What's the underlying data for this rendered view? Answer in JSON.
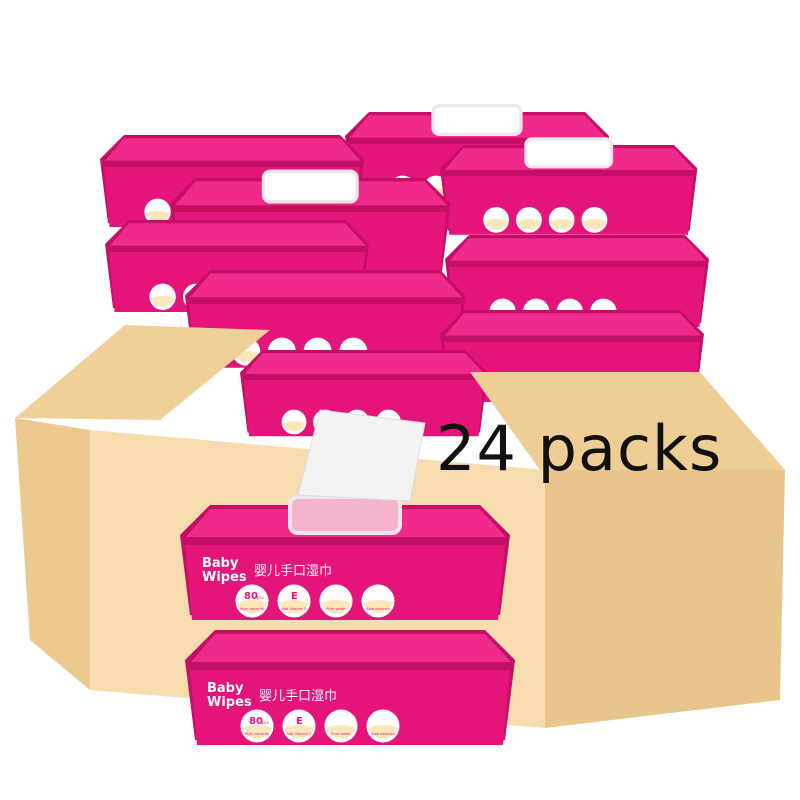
{
  "headline": "24 packs",
  "pack": {
    "brand_en_line1": "Baby",
    "brand_en_line2": "Wipes",
    "brand_cn": "婴儿手口湿巾",
    "badges": [
      {
        "main": "80",
        "unit": "pcs",
        "caption": "High capacity"
      },
      {
        "main": "E",
        "unit": "",
        "caption": "Add Vitamin E"
      },
      {
        "main": "",
        "unit": "",
        "caption": "Pure water"
      },
      {
        "main": "",
        "unit": "",
        "caption": "Aloe essence"
      }
    ]
  },
  "colors": {
    "pack": "#e5147a",
    "pack_dark": "#c40f66",
    "box_front": "#f4d8a8",
    "box_side": "#e6c48c",
    "badge": "#fbe7b9"
  }
}
